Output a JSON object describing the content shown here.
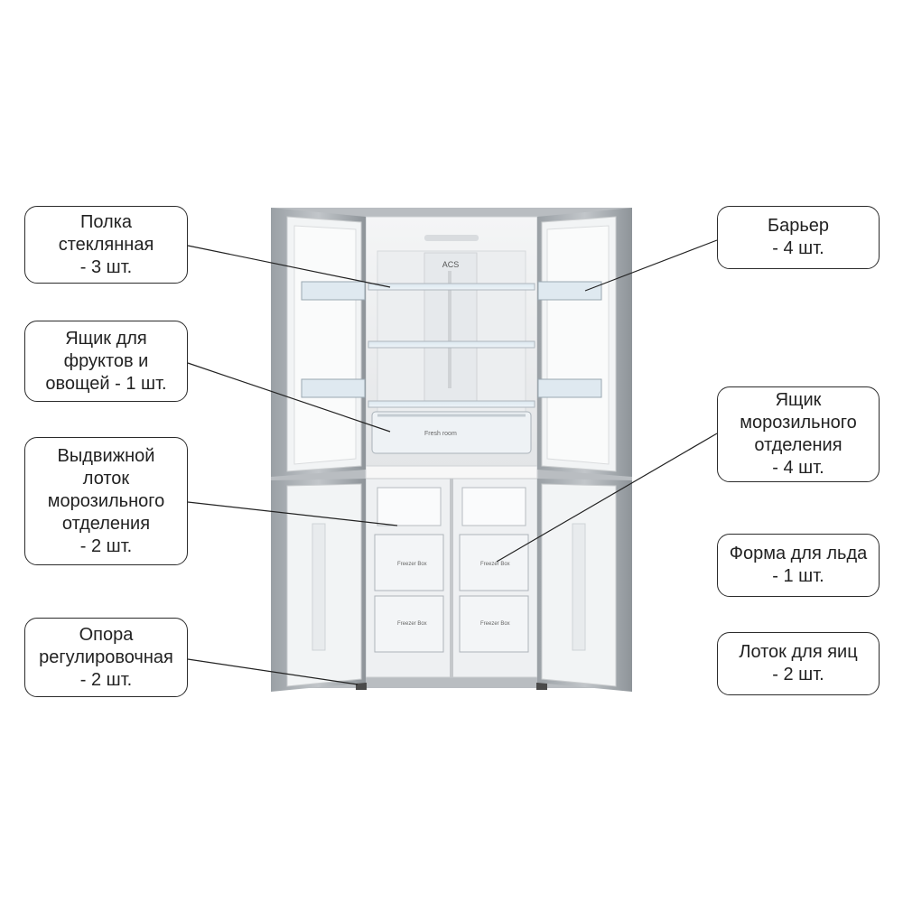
{
  "fridge": {
    "acs_label": "ACS",
    "fresh_room_label": "Fresh room",
    "freezer_box_label": "Freezer Box"
  },
  "callouts": {
    "glass_shelf": "Полка\nстеклянная\n- 3 шт.",
    "fruit_drawer": "Ящик для\nфруктов и\nовощей - 1 шт.",
    "freezer_tray": "Выдвижной\nлоток\nморозильного\nотделения\n- 2 шт.",
    "adjustable_foot": "Опора\nрегулировочная\n- 2 шт.",
    "barrier": "Барьер\n- 4 шт.",
    "freezer_drawer": "Ящик\nморозильного\nотделения\n- 4 шт.",
    "ice_tray": "Форма для льда\n- 1 шт.",
    "egg_tray": "Лоток для яиц\n- 2 шт."
  }
}
